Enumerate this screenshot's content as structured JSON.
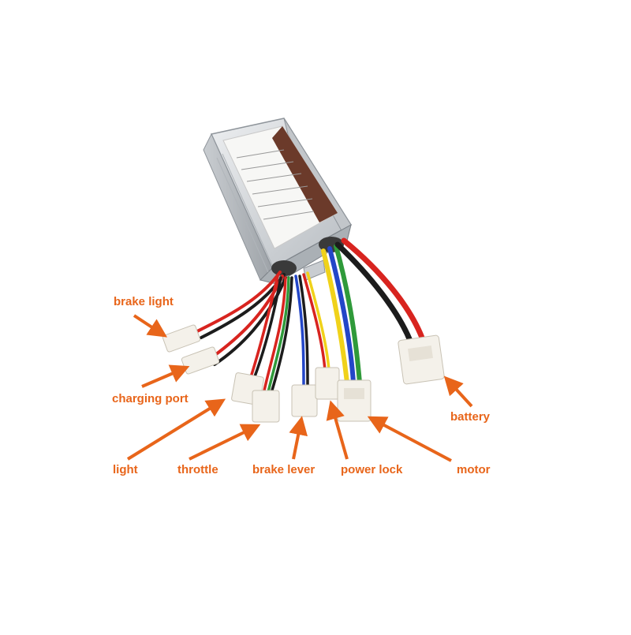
{
  "labels": {
    "brake_light": "brake light",
    "charging_port": "charging port",
    "light": "light",
    "throttle": "throttle",
    "brake_lever": "brake lever",
    "power_lock": "power lock",
    "motor": "motor",
    "battery": "battery"
  },
  "colors": {
    "callout": "#e8651a",
    "housing": "#d9dcdf",
    "housing_dark": "#a9aeb3",
    "sticker_brown": "#6b3a2a",
    "connector": "#f4f1ea",
    "wire_red": "#d8241f",
    "wire_black": "#1c1c1c",
    "wire_blue": "#2346c8",
    "wire_yellow": "#f0d21a",
    "wire_green": "#2f9a3a"
  },
  "icons": {
    "controller": "motor-controller-box",
    "connector": "plug-connector"
  }
}
